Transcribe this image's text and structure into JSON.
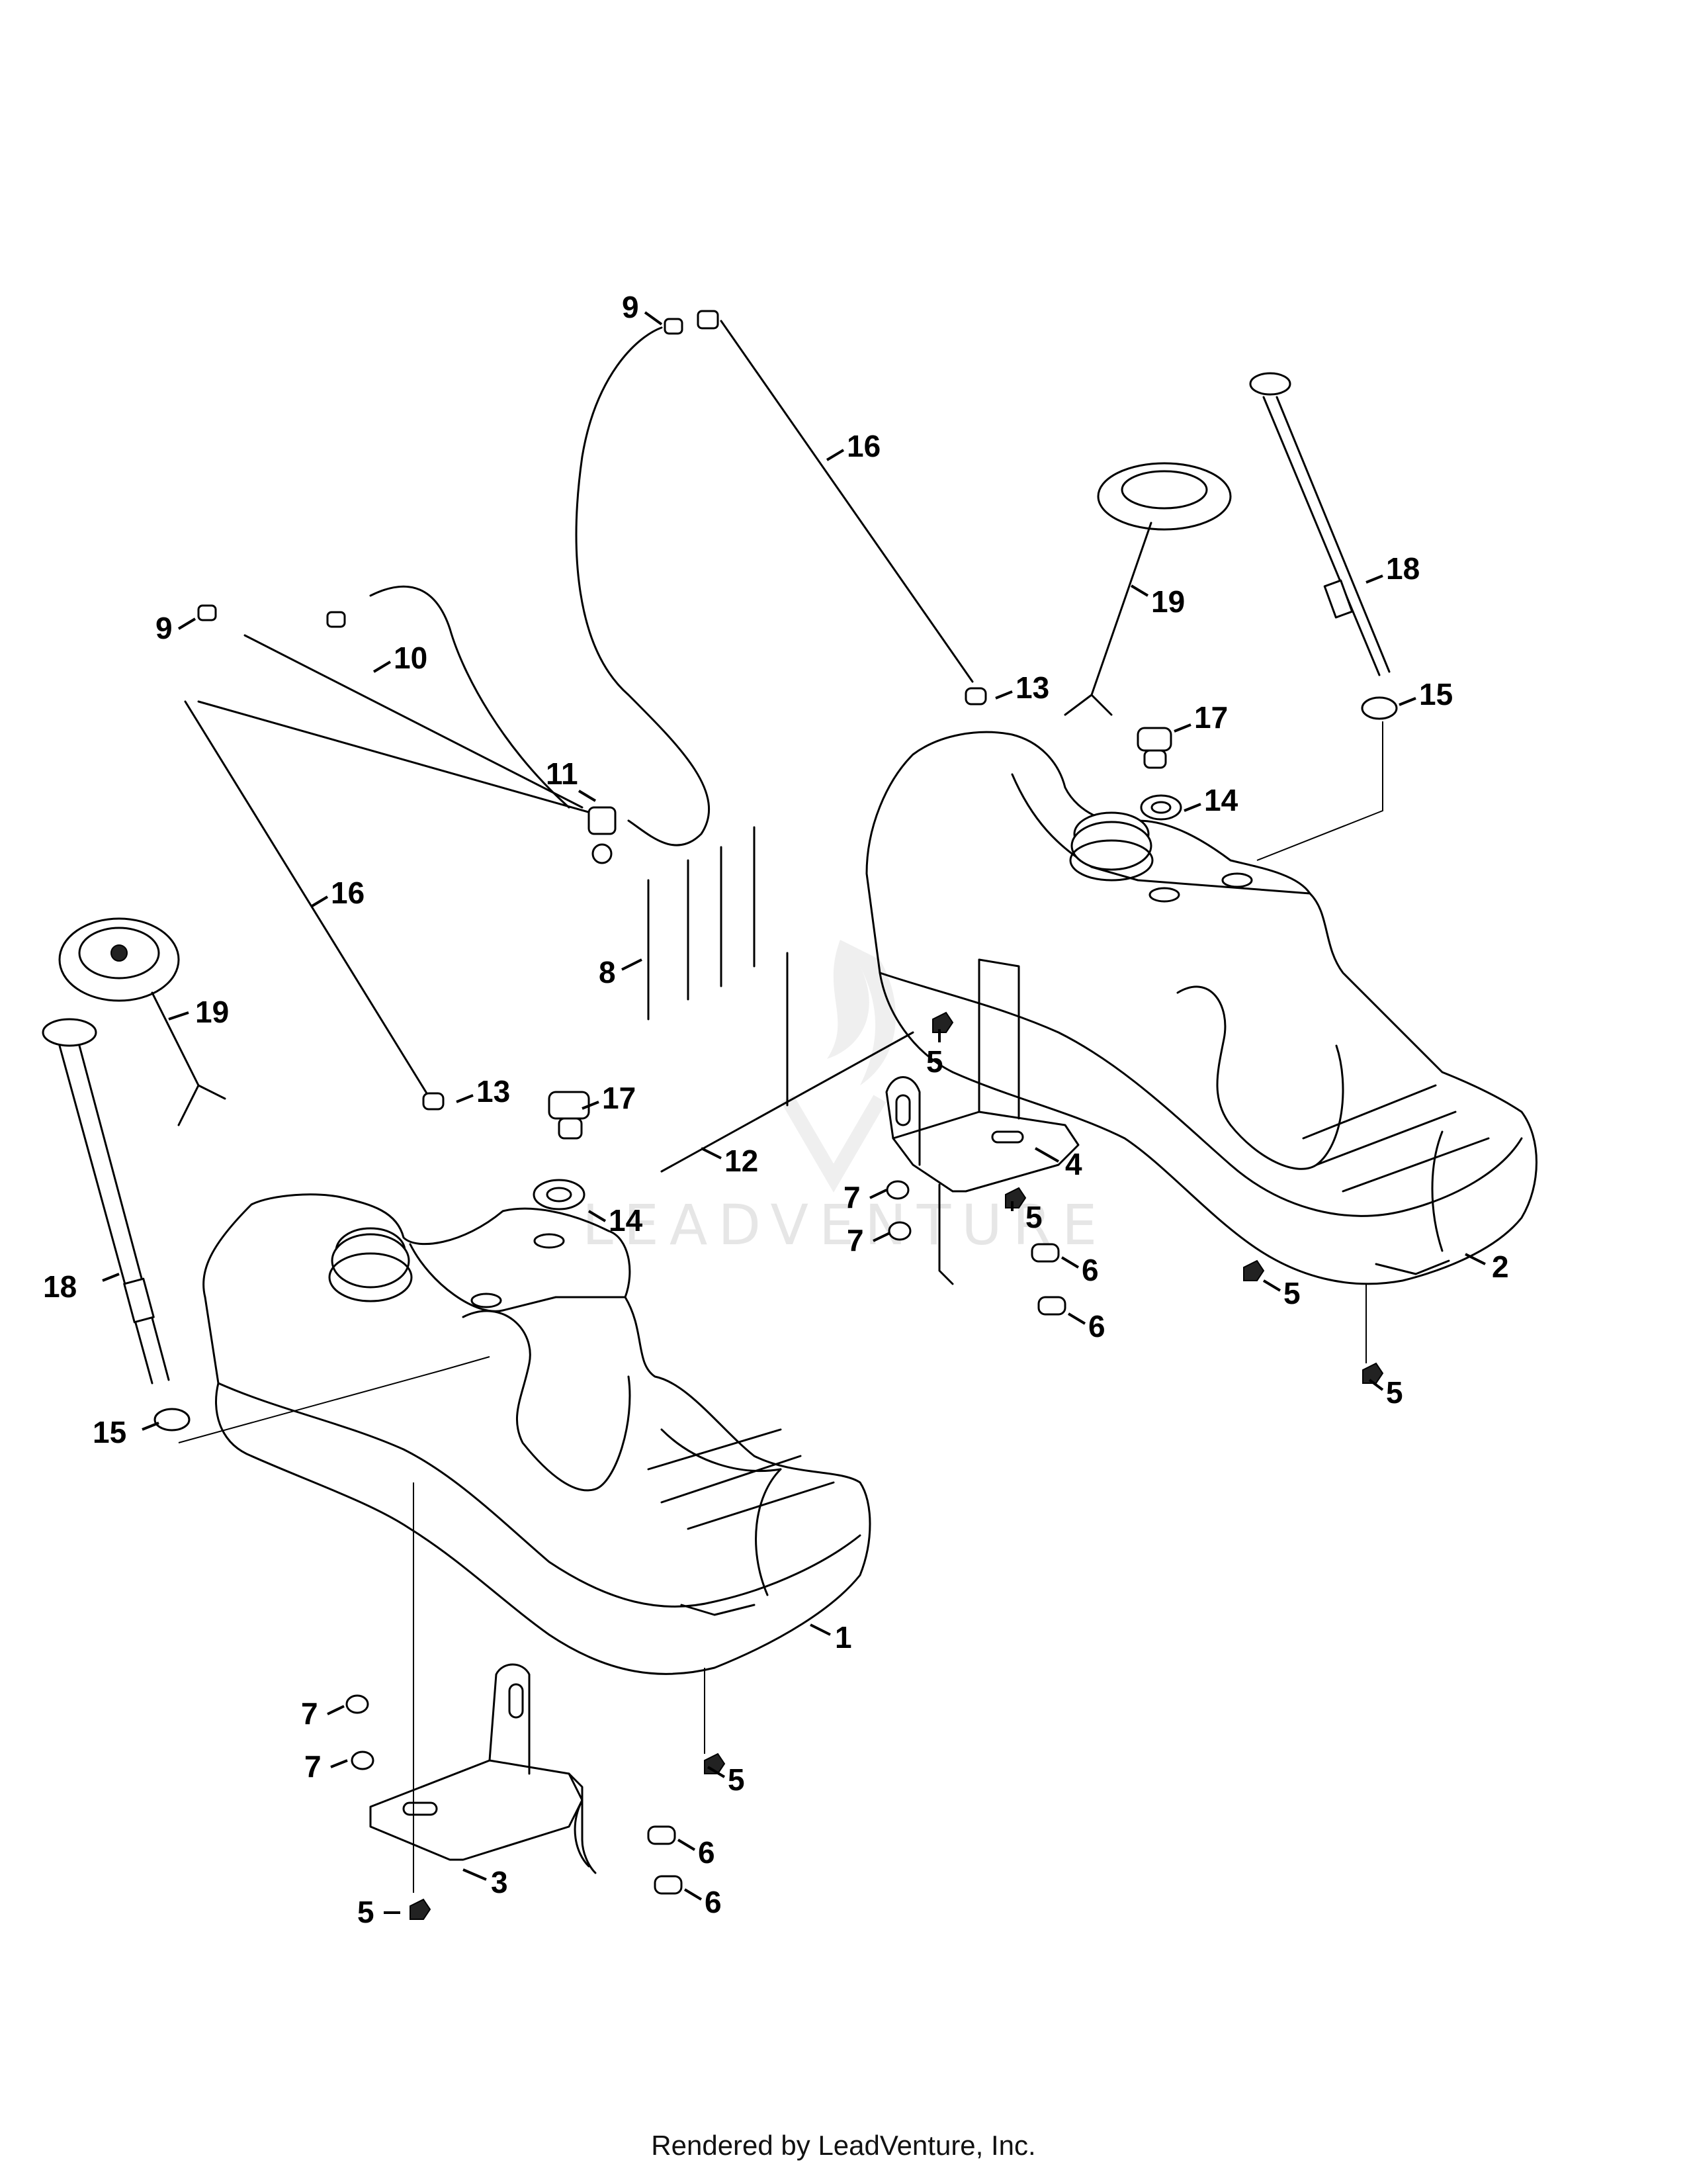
{
  "watermark": "LEADVENTURE",
  "footer": {
    "credit": "Rendered by LeadVenture, Inc."
  },
  "callouts": [
    "1",
    "2",
    "3",
    "4",
    "5",
    "6",
    "7",
    "8",
    "9",
    "10",
    "11",
    "12",
    "13",
    "14",
    "15",
    "16",
    "17",
    "18",
    "19"
  ]
}
